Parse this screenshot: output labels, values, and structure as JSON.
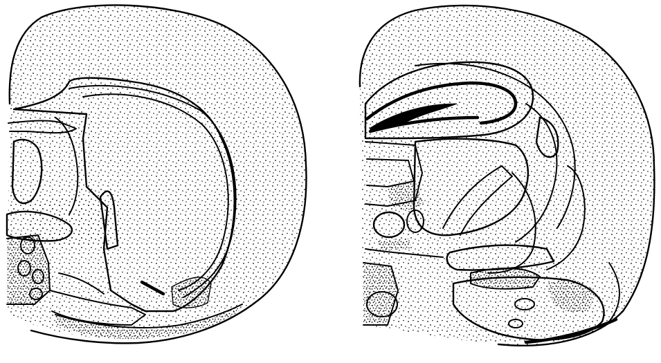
{
  "figure": {
    "panels": [
      {
        "id": "left-section",
        "kind": "coronal-brain-section-line-drawing"
      },
      {
        "id": "right-section",
        "kind": "coronal-brain-section-line-drawing"
      }
    ],
    "colors": {
      "ink": "#000000",
      "background": "#ffffff"
    },
    "labels": []
  }
}
